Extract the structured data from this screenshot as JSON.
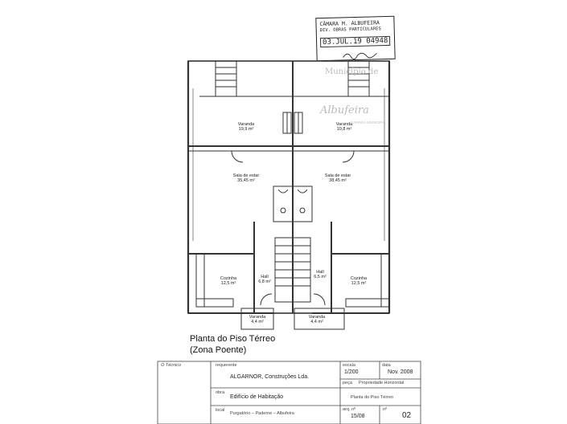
{
  "plan": {
    "title_line1": "Planta do Piso Térreo",
    "title_line2": "(Zona Poente)",
    "rooms": {
      "varanda_left": {
        "name": "Varanda",
        "area": "19,9 m²"
      },
      "varanda_right": {
        "name": "Varanda",
        "area": "10,8 m²"
      },
      "sala_left": {
        "name": "Sala de estar",
        "area": "35,45 m²"
      },
      "sala_right": {
        "name": "Sala de estar",
        "area": "38,45 m²"
      },
      "cozinha_left": {
        "name": "Cozinha",
        "area": "12,5 m²"
      },
      "cozinha_right": {
        "name": "Cozinha",
        "area": "12,5 m²"
      },
      "hall_left": {
        "name": "Hall",
        "area": "6,8 m²"
      },
      "hall_right": {
        "name": "Hall",
        "area": "6,5 m²"
      },
      "varanda_front_left": {
        "name": "Varanda",
        "area": "4,4 m²"
      },
      "varanda_front_right": {
        "name": "Varanda",
        "area": "4,4 m²"
      }
    }
  },
  "stamp": {
    "line1": "CÂMARA M. ALBUFEIRA",
    "line2": "DIV. OBRAS PARTICULARES",
    "line3": "03.JUL.19 04948"
  },
  "watermark": {
    "line1": "Município de",
    "line2": "Albufeira",
    "line3": "CÂMARA MUNICIPAL"
  },
  "title_block": {
    "tecnico_label": "O Técnico",
    "requerente_label": "requerente",
    "requerente_value": "ALGARNOR, Construções Lda.",
    "escala_label": "escala",
    "escala_value": "1/200",
    "data_label": "data",
    "data_value": "Nov. 2008",
    "peca_label": "peça",
    "peca_value": "Propriedade Horizontal",
    "obra_label": "obra",
    "obra_value": "Edifício de Habitação",
    "desenho_value": "Planta do Piso Térreo",
    "local_label": "local",
    "local_value": "Purgatório – Paderne – Albufeira",
    "arq_label": "arq. nº",
    "arq_value": "15/08",
    "n_label": "nº",
    "n_value": "02"
  }
}
